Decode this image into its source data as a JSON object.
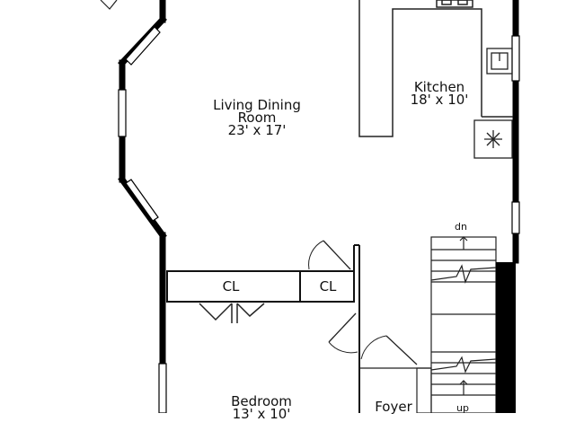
{
  "rooms": {
    "living_dining": {
      "name_line1": "Living Dining",
      "name_line2": "Room",
      "size": "23' x 17'"
    },
    "kitchen": {
      "name": "Kitchen",
      "size": "18' x 10'"
    },
    "closet_left": {
      "name": "CL"
    },
    "closet_right": {
      "name": "CL"
    },
    "bedroom": {
      "name": "Bedroom",
      "size": "13' x 10'"
    },
    "foyer": {
      "name": "Foyer"
    }
  },
  "stairs": {
    "down_label": "dn",
    "up_label": "up"
  },
  "colors": {
    "wall": "#000000",
    "line": "#222222",
    "background": "#ffffff"
  },
  "icons": {
    "range_burner": "snowflake-burner-icon",
    "sink": "sink-icon"
  }
}
